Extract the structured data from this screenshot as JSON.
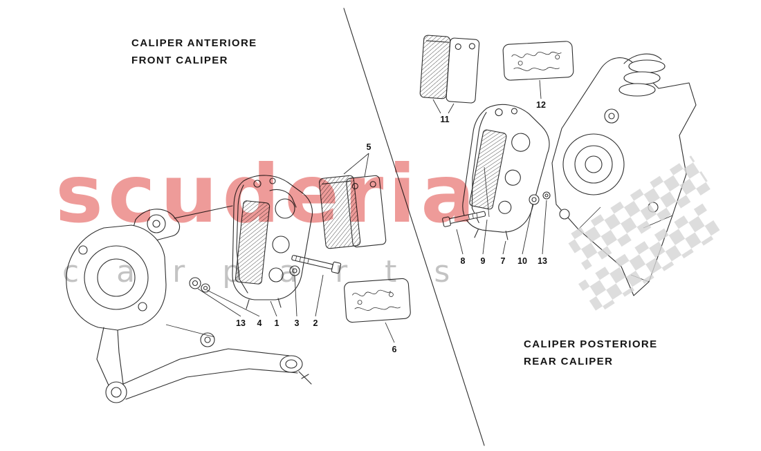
{
  "front_section": {
    "title_line1": "CALIPER ANTERIORE",
    "title_line2": "FRONT CALIPER",
    "callouts": [
      {
        "label": "13"
      },
      {
        "label": "4"
      },
      {
        "label": "1"
      },
      {
        "label": "3"
      },
      {
        "label": "2"
      },
      {
        "label": "5"
      },
      {
        "label": "6"
      }
    ]
  },
  "rear_section": {
    "title_line1": "CALIPER POSTERIORE",
    "title_line2": "REAR CALIPER",
    "callouts": [
      {
        "label": "11"
      },
      {
        "label": "12"
      },
      {
        "label": "8"
      },
      {
        "label": "9"
      },
      {
        "label": "7"
      },
      {
        "label": "10"
      },
      {
        "label": "13"
      }
    ]
  },
  "watermark": {
    "main": "scuderia",
    "sub": "c a r  p a r t s",
    "main_color": "#e2524e",
    "sub_color": "#bdbdbd"
  }
}
